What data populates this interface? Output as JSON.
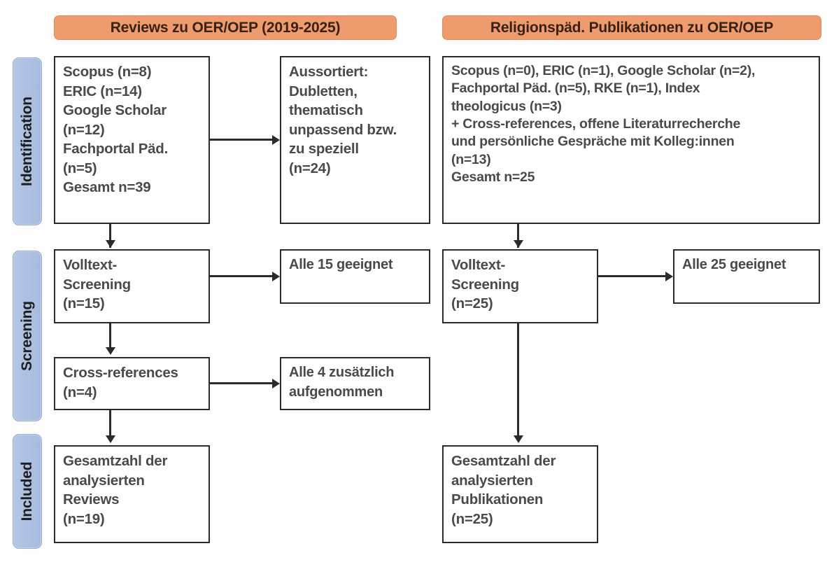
{
  "figure": {
    "type": "prisma-flow-diagram",
    "language": "de"
  },
  "stages": [
    {
      "key": "identification",
      "label": "Identification"
    },
    {
      "key": "screening",
      "label": "Screening"
    },
    {
      "key": "included",
      "label": "Included"
    }
  ],
  "columns": [
    {
      "key": "reviews",
      "header": "Reviews zu OER/OEP (2019-2025)"
    },
    {
      "key": "publikationen",
      "header": "Religionspäd. Publikationen zu OER/OEP"
    }
  ],
  "boxes": {
    "left_sources": "Scopus (n=8)\nERIC (n=14)\nGoogle Scholar\n(n=12)\nFachportal Päd.\n(n=5)\nGesamt n=39",
    "left_excluded": "Aussortiert:\nDubletten,\nthematisch\nunpassend bzw.\nzu speziell\n(n=24)",
    "left_screening": "Volltext-\nScreening\n(n=15)",
    "left_screening_result": "Alle 15 geeignet",
    "left_crossrefs": "Cross-references\n(n=4)",
    "left_crossrefs_result": "Alle 4 zusätzlich\naufgenommen",
    "left_included": "Gesamtzahl der\nanalysierten\nReviews\n(n=19)",
    "right_sources": "Scopus (n=0), ERIC (n=1), Google Scholar (n=2),\nFachportal Päd. (n=5), RKE (n=1), Index\ntheologicus (n=3)\n+ Cross-references, offene Literaturrecherche\nund persönliche Gespräche mit Kolleg:innen\n(n=13)\nGesamt n=25",
    "right_screening": "Volltext-\nScreening\n(n=25)",
    "right_screening_result": "Alle 25 geeignet",
    "right_included": "Gesamtzahl der\nanalysierten\nPublikationen\n(n=25)"
  },
  "colors": {
    "header_orange": "#ee9c6e",
    "stage_blue": "#aec1e2",
    "box_border": "#2b2b2b",
    "text_gray": "#4a4a4a"
  },
  "counts": {
    "left_scopus": 8,
    "left_eric": 14,
    "left_google_scholar": 12,
    "left_fachportal": 5,
    "left_total": 39,
    "left_excluded": 24,
    "left_fulltext_screening": 15,
    "left_crossrefs": 4,
    "left_included": 19,
    "right_scopus": 0,
    "right_eric": 1,
    "right_google_scholar": 2,
    "right_fachportal": 5,
    "right_rke": 1,
    "right_index_theologicus": 3,
    "right_other": 13,
    "right_total": 25,
    "right_fulltext_screening": 25,
    "right_included": 25
  }
}
